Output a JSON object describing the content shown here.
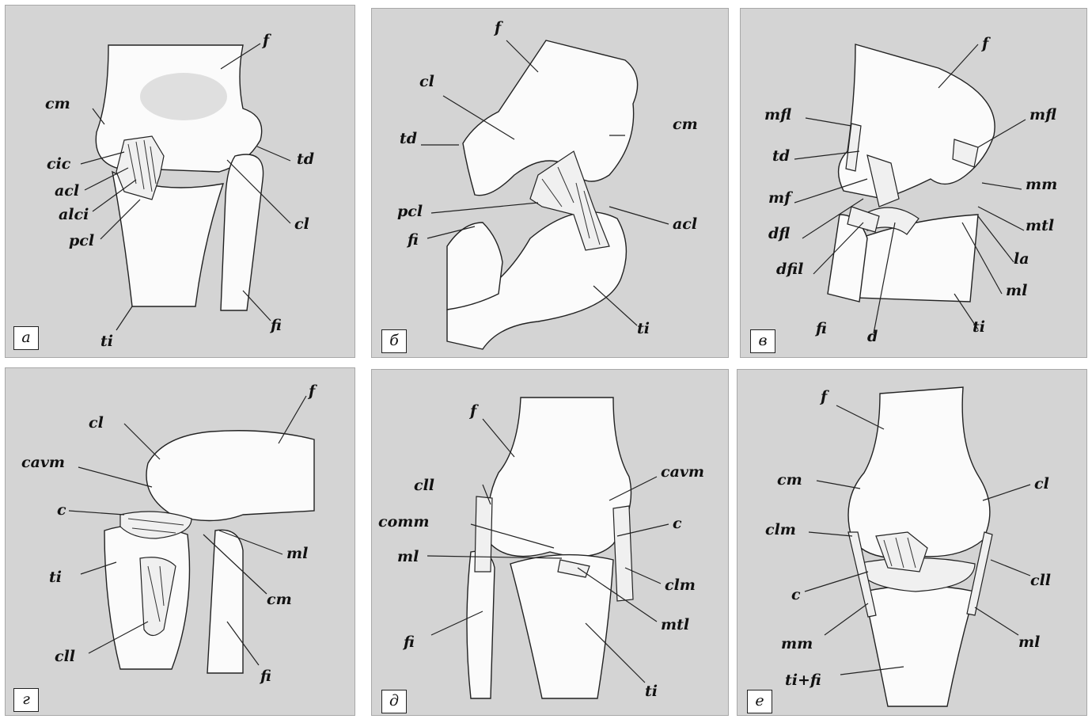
{
  "panels": [
    {
      "id": "a",
      "badge": "а",
      "labels": {
        "f": "f",
        "cm": "cm",
        "cic": "cic",
        "acl": "acl",
        "alci": "alci",
        "pcl": "pcl",
        "td": "td",
        "cl": "cl",
        "ti": "ti",
        "fi": "fi"
      }
    },
    {
      "id": "b",
      "badge": "б",
      "labels": {
        "f": "f",
        "cl": "cl",
        "td": "td",
        "cm": "cm",
        "pcl": "pcl",
        "fi": "fi",
        "acl": "acl",
        "ti": "ti"
      }
    },
    {
      "id": "v",
      "badge": "в",
      "labels": {
        "f": "f",
        "mfl_l": "mfl",
        "td": "td",
        "mf": "mf",
        "dfl": "dfl",
        "dfil": "dfil",
        "fi": "fi",
        "d": "d",
        "mfl_r": "mfl",
        "mm": "mm",
        "mtl": "mtl",
        "la": "la",
        "ml": "ml",
        "ti": "ti"
      }
    },
    {
      "id": "g",
      "badge": "г",
      "labels": {
        "f": "f",
        "cl": "cl",
        "cavm": "cavm",
        "c": "c",
        "ti": "ti",
        "cll": "cll",
        "ml": "ml",
        "cm": "cm",
        "fi": "fi"
      }
    },
    {
      "id": "d",
      "badge": "д",
      "labels": {
        "f": "f",
        "cll": "cll",
        "comm": "comm",
        "ml": "ml",
        "fi": "fi",
        "cavm": "cavm",
        "c": "c",
        "clm": "clm",
        "mtl": "mtl",
        "ti": "ti"
      }
    },
    {
      "id": "e",
      "badge": "е",
      "labels": {
        "f": "f",
        "cm": "cm",
        "clm": "clm",
        "c": "c",
        "mm": "mm",
        "tifi": "ti+fi",
        "cl": "cl",
        "cll": "cll",
        "ml": "ml"
      }
    }
  ]
}
